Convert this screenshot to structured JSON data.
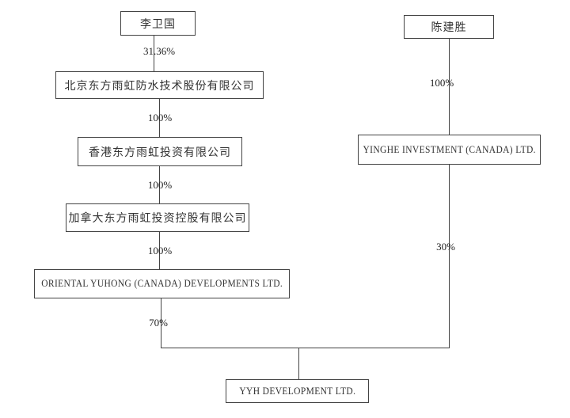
{
  "diagram": {
    "type": "ownership-structure",
    "nodes": {
      "li_weiguo": "李卫国",
      "chen_jiansheng": "陈建胜",
      "beijing_oriental_yuhong": "北京东方雨虹防水技术股份有限公司",
      "hk_oriental_yuhong": "香港东方雨虹投资有限公司",
      "canada_oriental_yuhong_holding": "加拿大东方雨虹投资控股有限公司",
      "oriental_yuhong_canada": "ORIENTAL YUHONG (CANADA) DEVELOPMENTS LTD.",
      "yinghe_investment": "YINGHE INVESTMENT (CANADA) LTD.",
      "yyh_development": "YYH DEVELOPMENT LTD."
    },
    "edges": [
      {
        "from": "li_weiguo",
        "to": "beijing_oriental_yuhong",
        "label": "31.36%"
      },
      {
        "from": "beijing_oriental_yuhong",
        "to": "hk_oriental_yuhong",
        "label": "100%"
      },
      {
        "from": "hk_oriental_yuhong",
        "to": "canada_oriental_yuhong_holding",
        "label": "100%"
      },
      {
        "from": "canada_oriental_yuhong_holding",
        "to": "oriental_yuhong_canada",
        "label": "100%"
      },
      {
        "from": "oriental_yuhong_canada",
        "to": "yyh_development",
        "label": "70%"
      },
      {
        "from": "chen_jiansheng",
        "to": "yinghe_investment",
        "label": "100%"
      },
      {
        "from": "yinghe_investment",
        "to": "yyh_development",
        "label": "30%"
      }
    ]
  }
}
